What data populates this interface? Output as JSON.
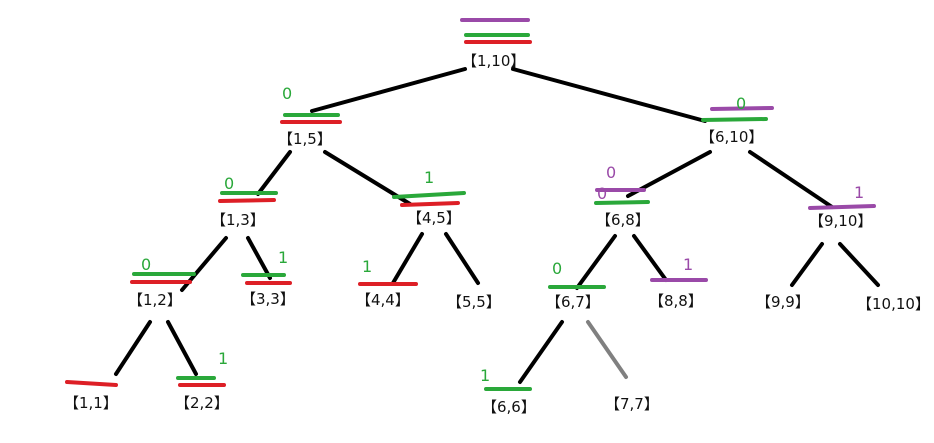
{
  "colors": {
    "edge": "#000000",
    "edge_gray": "#808080",
    "green": "#2aa83a",
    "red": "#dd1f26",
    "purple": "#9a4aa8"
  },
  "nodes": [
    {
      "id": "n1_10",
      "label": "【1,10】"
    },
    {
      "id": "n1_5",
      "label": "【1,5】"
    },
    {
      "id": "n6_10",
      "label": "【6,10】"
    },
    {
      "id": "n1_3",
      "label": "【1,3】"
    },
    {
      "id": "n4_5",
      "label": "【4,5】"
    },
    {
      "id": "n6_8",
      "label": "【6,8】"
    },
    {
      "id": "n9_10",
      "label": "【9,10】"
    },
    {
      "id": "n1_2",
      "label": "【1,2】"
    },
    {
      "id": "n3_3",
      "label": "【3,3】"
    },
    {
      "id": "n4_4",
      "label": "【4,4】"
    },
    {
      "id": "n5_5",
      "label": "【5,5】"
    },
    {
      "id": "n6_7",
      "label": "【6,7】"
    },
    {
      "id": "n8_8",
      "label": "【8,8】"
    },
    {
      "id": "n9_9",
      "label": "【9,9】"
    },
    {
      "id": "n10_10",
      "label": "【10,10】"
    },
    {
      "id": "n1_1",
      "label": "【1,1】"
    },
    {
      "id": "n2_2",
      "label": "【2,2】"
    },
    {
      "id": "n6_6",
      "label": "【6,6】"
    },
    {
      "id": "n7_7",
      "label": "【7,7】"
    }
  ],
  "mark_labels": [
    {
      "id": "m1_5",
      "text": "0",
      "color": "green"
    },
    {
      "id": "m6_10",
      "text": "0",
      "color": "green"
    },
    {
      "id": "m1_3",
      "text": "0",
      "color": "green"
    },
    {
      "id": "m4_5",
      "text": "1",
      "color": "green"
    },
    {
      "id": "m6_8a",
      "text": "0",
      "color": "purple"
    },
    {
      "id": "m6_8b",
      "text": "0",
      "color": "purple"
    },
    {
      "id": "m9_10",
      "text": "1",
      "color": "purple"
    },
    {
      "id": "m1_2",
      "text": "0",
      "color": "green"
    },
    {
      "id": "m3_3",
      "text": "1",
      "color": "green"
    },
    {
      "id": "m4_4",
      "text": "1",
      "color": "green"
    },
    {
      "id": "m6_7",
      "text": "0",
      "color": "green"
    },
    {
      "id": "m8_8",
      "text": "1",
      "color": "purple"
    },
    {
      "id": "m2_2",
      "text": "1",
      "color": "green"
    },
    {
      "id": "m6_6",
      "text": "1",
      "color": "green"
    }
  ]
}
